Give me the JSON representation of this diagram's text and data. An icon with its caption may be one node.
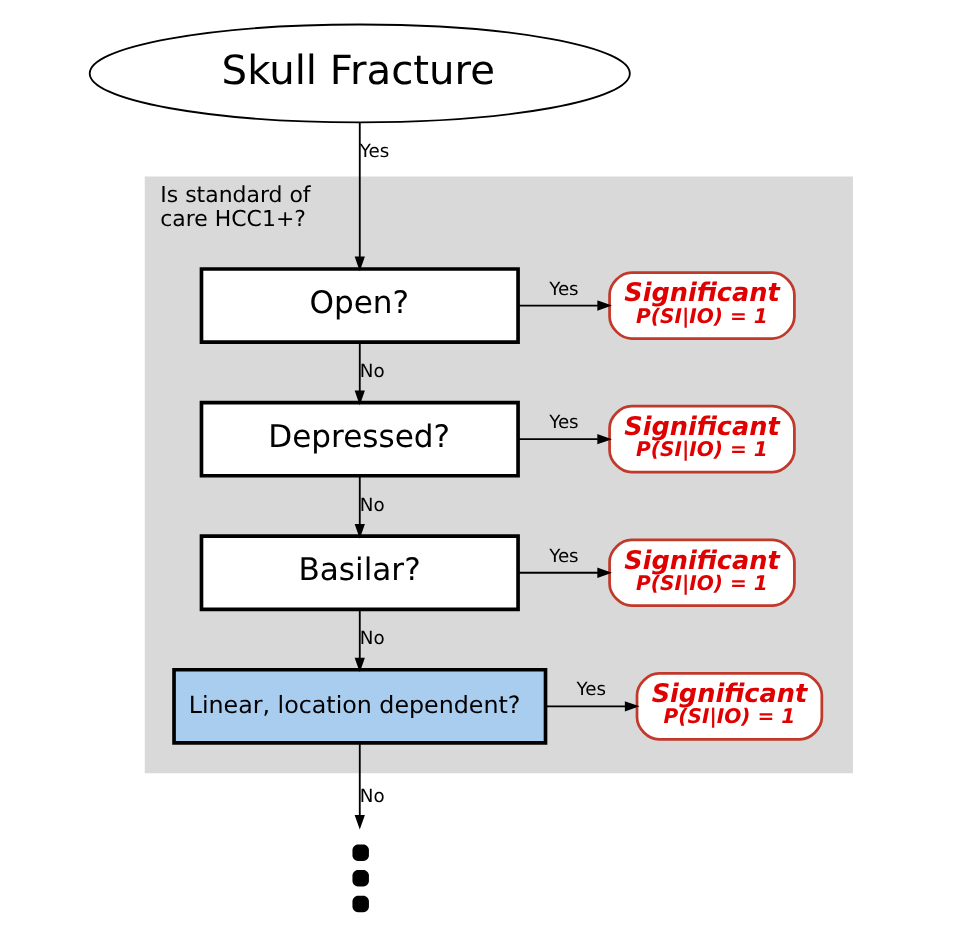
{
  "diagram": {
    "nodes": [
      {
        "text": [
          "Skull Fracture"
        ]
      },
      {
        "text": [
          "Is standard of care HCC1+?"
        ]
      },
      {
        "text": [
          "Open?"
        ],
        "in": 1
      },
      {
        "text": [
          "Significant",
          "P(SI|IO) = 1"
        ],
        "in": 1
      },
      {
        "text": [
          "Depressed?"
        ],
        "in": 1
      },
      {
        "text": [
          "Significant",
          "P(SI|IO) = 1"
        ],
        "in": 1
      },
      {
        "text": [
          "Basilar?"
        ],
        "in": 1
      },
      {
        "text": [
          "Significant",
          "P(SI|IO) = 1"
        ],
        "in": 1
      },
      {
        "text": [
          "Linear, location dependent?"
        ],
        "in": 1
      },
      {
        "text": [
          "Significant",
          "P(SI|IO) = 1"
        ],
        "in": 1
      },
      {
        "text": [],
        "shape": "dots"
      }
    ],
    "edges": [
      {
        "from": 0,
        "to": 2,
        "arrow": "to",
        "label": "Yes"
      },
      {
        "from": 2,
        "to": 3,
        "arrow": "to",
        "label": "Yes"
      },
      {
        "from": 2,
        "to": 4,
        "arrow": "to",
        "label": "No"
      },
      {
        "from": 4,
        "to": 5,
        "arrow": "to",
        "label": "Yes"
      },
      {
        "from": 4,
        "to": 6,
        "arrow": "to",
        "label": "No"
      },
      {
        "from": 6,
        "to": 7,
        "arrow": "to",
        "label": "Yes"
      },
      {
        "from": 6,
        "to": 8,
        "arrow": "to",
        "label": "No"
      },
      {
        "from": 8,
        "to": 9,
        "arrow": "to",
        "label": "Yes"
      },
      {
        "from": 8,
        "to": 10,
        "arrow": "to",
        "label": "No"
      }
    ]
  }
}
